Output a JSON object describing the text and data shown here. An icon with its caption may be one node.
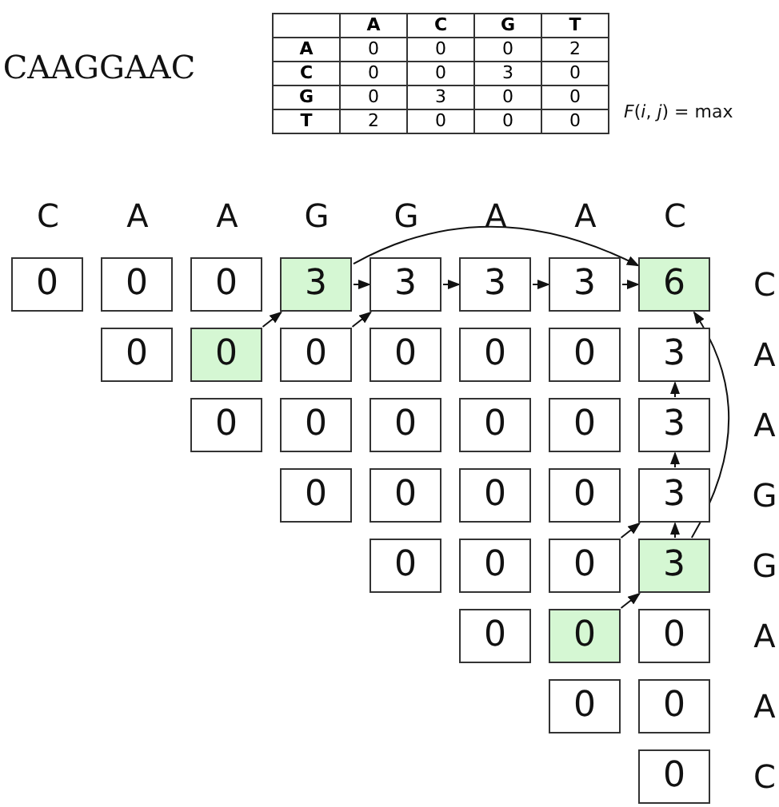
{
  "diagram": {
    "nodes": [
      {
        "text": [
          "0"
        ]
      },
      {
        "text": [
          "0"
        ]
      },
      {
        "text": [
          "0"
        ]
      },
      {
        "text": [
          "3"
        ]
      },
      {
        "text": [
          "3"
        ]
      },
      {
        "text": [
          "3"
        ]
      },
      {
        "text": [
          "3"
        ]
      },
      {
        "text": [
          "6"
        ]
      },
      {
        "text": [
          "0"
        ]
      },
      {
        "text": [
          "0"
        ]
      },
      {
        "text": [
          "0"
        ]
      },
      {
        "text": [
          "0"
        ]
      },
      {
        "text": [
          "0"
        ]
      },
      {
        "text": [
          "0"
        ]
      },
      {
        "text": [
          "3"
        ]
      },
      {
        "text": [
          "0"
        ]
      },
      {
        "text": [
          "0"
        ]
      },
      {
        "text": [
          "0"
        ]
      },
      {
        "text": [
          "0"
        ]
      },
      {
        "text": [
          "0"
        ]
      },
      {
        "text": [
          "3"
        ]
      },
      {
        "text": [
          "0"
        ]
      },
      {
        "text": [
          "0"
        ]
      },
      {
        "text": [
          "0"
        ]
      },
      {
        "text": [
          "0"
        ]
      },
      {
        "text": [
          "3"
        ]
      },
      {
        "text": [
          "0"
        ]
      },
      {
        "text": [
          "0"
        ]
      },
      {
        "text": [
          "0"
        ]
      },
      {
        "text": [
          "3"
        ]
      },
      {
        "text": [
          "0"
        ]
      },
      {
        "text": [
          "0"
        ]
      },
      {
        "text": [
          "0"
        ]
      },
      {
        "text": [
          "0"
        ]
      },
      {
        "text": [
          "0"
        ]
      },
      {
        "text": [
          "0"
        ]
      }
    ],
    "edges": [
      {
        "from": 3,
        "to": 4,
        "arrow": "to"
      },
      {
        "from": 4,
        "to": 5,
        "arrow": "to"
      },
      {
        "from": 5,
        "to": 6,
        "arrow": "to"
      },
      {
        "from": 6,
        "to": 7,
        "arrow": "to"
      },
      {
        "from": 3,
        "to": 7,
        "arrow": "to"
      },
      {
        "from": 9,
        "to": 3,
        "arrow": "to"
      },
      {
        "from": 10,
        "to": 4,
        "arrow": "to"
      },
      {
        "from": 20,
        "to": 14,
        "arrow": "to"
      },
      {
        "from": 25,
        "to": 20,
        "arrow": "to"
      },
      {
        "from": 29,
        "to": 25,
        "arrow": "to"
      },
      {
        "from": 29,
        "to": 7,
        "arrow": "to"
      },
      {
        "from": 28,
        "to": 25,
        "arrow": "to"
      },
      {
        "from": 31,
        "to": 29,
        "arrow": "to"
      }
    ],
    "labels": [
      "CAAGGAAC",
      "A",
      "C",
      "G",
      "T",
      "A",
      "0",
      "0",
      "0",
      "2",
      "C",
      "0",
      "0",
      "3",
      "0",
      "G",
      "0",
      "3",
      "0",
      "0",
      "T",
      "2",
      "0",
      "0",
      "0",
      "*F*(*i*, *j*) = max",
      "C",
      "A",
      "A",
      "G",
      "G",
      "A",
      "A",
      "C",
      "C",
      "A",
      "A",
      "G",
      "G",
      "A",
      "A",
      "C"
    ]
  }
}
